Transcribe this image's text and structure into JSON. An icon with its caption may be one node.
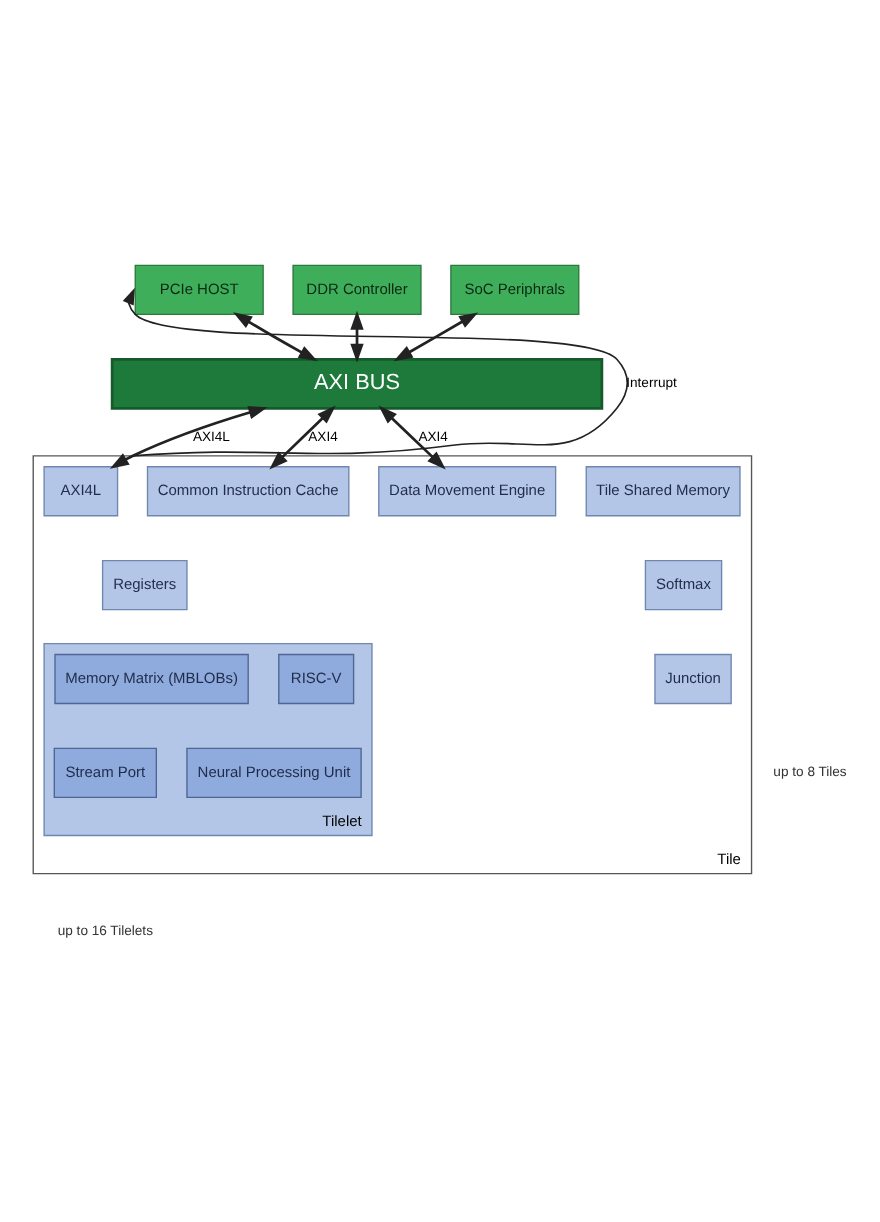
{
  "diagram": {
    "nodes": [
      {
        "text": [
          "PCIe HOST"
        ]
      },
      {
        "text": [
          "DDR Controller"
        ]
      },
      {
        "text": [
          "SoC Periphrals"
        ]
      },
      {
        "text": [
          "AXI BUS"
        ]
      },
      {
        "text": [
          "Tile"
        ]
      },
      {
        "text": [
          "AXI4L"
        ],
        "in": 4
      },
      {
        "text": [
          "Registers"
        ],
        "in": 4
      },
      {
        "text": [
          "Common Instruction Cache"
        ],
        "in": 4
      },
      {
        "text": [
          "Data Movement Engine"
        ],
        "in": 4
      },
      {
        "text": [
          "Tile Shared Memory"
        ],
        "in": 4
      },
      {
        "text": [
          "Tilelet"
        ],
        "in": 4
      },
      {
        "text": [
          "RISC-V"
        ],
        "in": 10
      },
      {
        "text": [
          "Memory Matrix (MBLOBs)"
        ],
        "in": 10
      },
      {
        "text": [
          "Neural Processing Unit"
        ],
        "in": 10
      },
      {
        "text": [
          "Stream Port"
        ],
        "in": 10
      },
      {
        "text": [
          "Softmax"
        ],
        "in": 4
      },
      {
        "text": [
          "Junction"
        ],
        "in": 4
      }
    ],
    "edges": [
      {
        "from": 0,
        "to": 3,
        "arrow": "both"
      },
      {
        "from": 1,
        "to": 3,
        "arrow": "both"
      },
      {
        "from": 2,
        "to": 3,
        "arrow": "both"
      },
      {
        "from": 3,
        "to": 5,
        "arrow": "both",
        "label": "AXI4L"
      },
      {
        "from": 3,
        "to": 7,
        "arrow": "both",
        "label": "AXI4"
      },
      {
        "from": 3,
        "to": 8,
        "arrow": "both",
        "label": "AXI4"
      },
      {
        "from": 4,
        "to": 0,
        "arrow": "to",
        "label": "Interrupt"
      }
    ],
    "labels": [
      "up to 16 Tilelets",
      "up to 8 Tiles"
    ]
  }
}
